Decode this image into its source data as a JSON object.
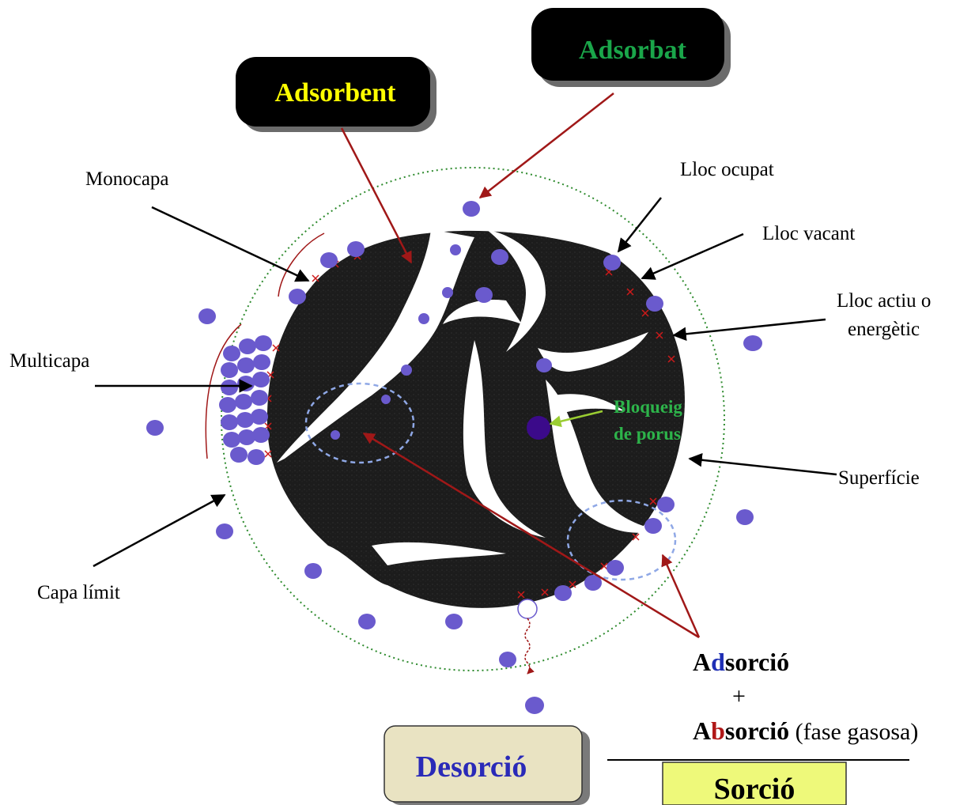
{
  "labels": {
    "adsorbent": "Adsorbent",
    "adsorbat": "Adsorbat",
    "monocapa": "Monocapa",
    "multicapa": "Multicapa",
    "capa_limit": "Capa límit",
    "lloc_ocupat": "Lloc ocupat",
    "lloc_vacant": "Lloc vacant",
    "lloc_actiu_1": "Lloc actiu o",
    "lloc_actiu_2": "energètic",
    "superficie": "Superfície",
    "bloqueig_1": "Bloqueig",
    "bloqueig_2": "de porus",
    "desorcio": "Desorció",
    "sorcio": "Sorció",
    "adsorcio_a": "A",
    "adsorcio_d": "d",
    "adsorcio_rest": "sorció",
    "plus": "+",
    "absorcio_a": "A",
    "absorcio_b": "b",
    "absorcio_rest": "sorció",
    "fase_gasosa": " (fase gasosa)"
  },
  "colors": {
    "adsorbent_text": "#ffff00",
    "adsorbat_text": "#1aa64a",
    "particle": "#6a5acd",
    "pore_block": "#3b0a8a",
    "bloqueig_text": "#2db34a",
    "arrow_red": "#a01818",
    "desorcio_text": "#2a2ab8",
    "sorcio_box": "#eef97a",
    "letter_d": "#1f2fb5",
    "letter_b": "#b01818"
  }
}
